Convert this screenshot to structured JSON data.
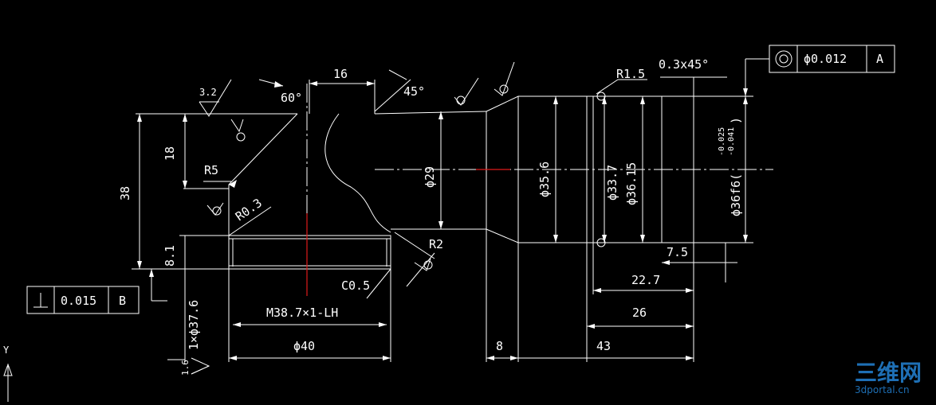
{
  "drawing": {
    "dims": {
      "d16": "16",
      "d60": "60°",
      "d45": "45°",
      "d32": "3.2",
      "d18": "18",
      "d38": "38",
      "dR5": "R5",
      "dR03": "R0.3",
      "d81": "8.1",
      "dphi29": "ϕ29",
      "dR2": "R2",
      "dphi356": "ϕ35.6",
      "dR15": "R1.5",
      "dchamfer": "0.3x45°",
      "dphi337": "ϕ33.7",
      "dphi3615": "ϕ36.15",
      "dphi36f6": "ϕ36f6(",
      "tolUpper": "-0.025",
      "tolLower": "-0.041",
      "tolClose": ")",
      "d75": "7.5",
      "d227": "22.7",
      "d26": "26",
      "d43": "43",
      "d8": "8",
      "dphi40": "ϕ40",
      "dthread": "M38.7×1-LH",
      "dC05": "C0.5",
      "dthreadDia": "1×ϕ37.6",
      "d16rough": "1.6"
    },
    "tolerance_frames": [
      {
        "symbol": "perpendicularity",
        "value": "0.015",
        "datum": "B"
      },
      {
        "symbol": "concentricity",
        "value": "ϕ0.012",
        "datum": "A"
      }
    ],
    "ucs_label": "Y"
  },
  "watermark": {
    "brand": "三维网",
    "url": "3dportal.cn"
  }
}
